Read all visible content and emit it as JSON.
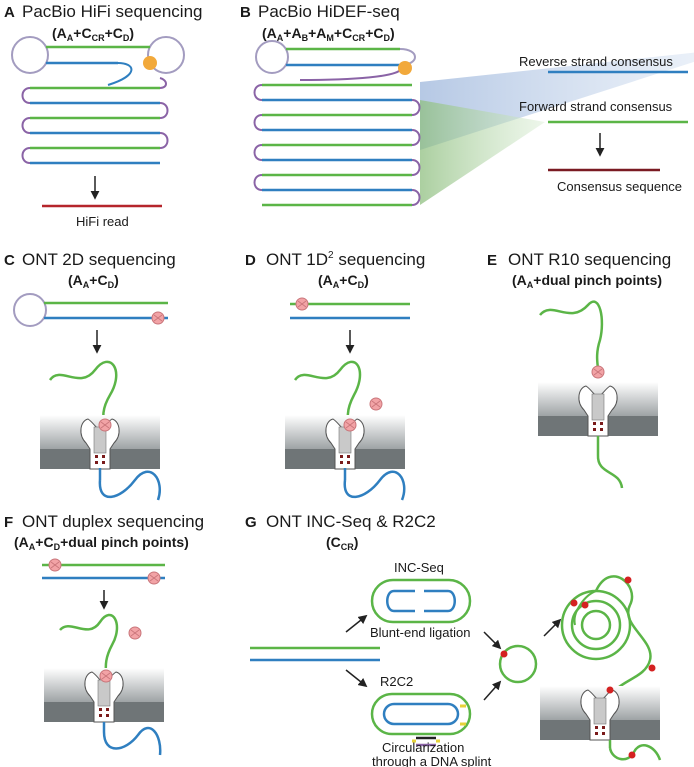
{
  "colors": {
    "green": "#5bb547",
    "blue": "#2f7fc0",
    "purple": "#8a63a6",
    "hairpin": "#a39cc0",
    "red": "#b5252b",
    "orange": "#f2a93b",
    "pink": "#f2a3a6",
    "pink_edge": "#c9757a",
    "pore_dark": "#6f7577",
    "site_red": "#d42121"
  },
  "panels": {
    "A": {
      "letter": "A",
      "title": "PacBio HiFi sequencing",
      "formula": {
        "base": "A",
        "sub": "A",
        "plus1": "+C",
        "sub2": "CR",
        "plus2": "+C",
        "sub3": "D"
      },
      "read_label": "HiFi read"
    },
    "B": {
      "letter": "B",
      "title": "PacBio HiDEF-seq",
      "formula": {
        "p1": "A",
        "s1": "A",
        "p2": "+A",
        "s2": "B",
        "p3": "+A",
        "s3": "M",
        "p4": "+C",
        "s4": "CR",
        "p5": "+C",
        "s5": "D"
      },
      "reverse_label": "Reverse strand consensus",
      "forward_label": "Forward strand consensus",
      "consensus_label": "Consensus  sequence"
    },
    "C": {
      "letter": "C",
      "title": "ONT 2D sequencing",
      "formula": {
        "p1": "A",
        "s1": "A",
        "p2": "+C",
        "s2": "D"
      }
    },
    "D": {
      "letter": "D",
      "title_pre": "ONT 1D",
      "title_sup": "2",
      "title_post": " sequencing",
      "formula": {
        "p1": "A",
        "s1": "A",
        "p2": "+C",
        "s2": "D"
      }
    },
    "E": {
      "letter": "E",
      "title": "ONT R10 sequencing",
      "formula": {
        "p1": "A",
        "s1": "A",
        "p2": "+dual pinch points"
      }
    },
    "F": {
      "letter": "F",
      "title": "ONT duplex sequencing",
      "formula": {
        "p1": "A",
        "s1": "A",
        "p2": "+C",
        "s2": "D",
        "p3": "+dual pinch points"
      }
    },
    "G": {
      "letter": "G",
      "title": "ONT INC-Seq & R2C2",
      "formula": {
        "p1": "C",
        "s1": "CR"
      },
      "incseq_label": "INC-Seq",
      "blunt_label": "Blunt-end ligation",
      "r2c2_label": "R2C2",
      "circ_line1": "Circularization",
      "circ_line2": "through a DNA splint"
    }
  }
}
